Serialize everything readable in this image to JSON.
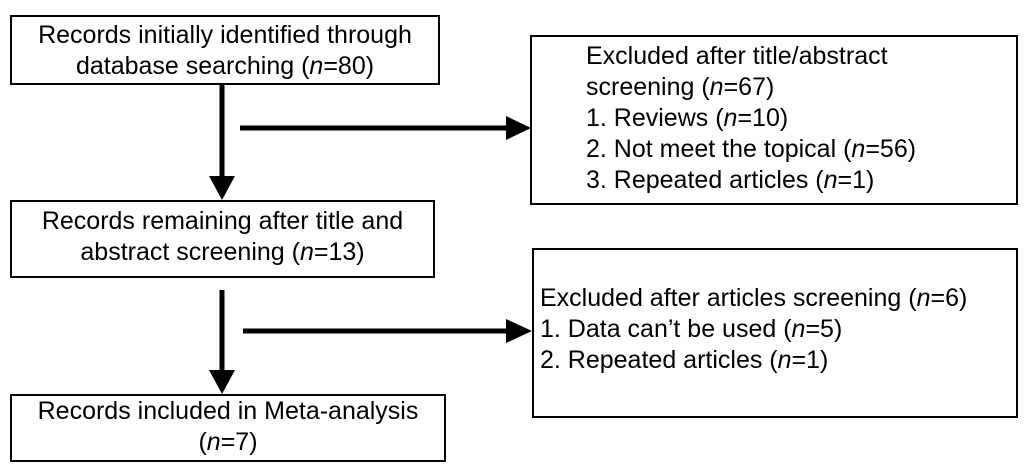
{
  "nodes": {
    "identified": {
      "line1": "Records initially identified through",
      "line2_pre": "database searching (",
      "line2_n": "n",
      "line2_post": "=80)"
    },
    "excluded_screening": {
      "line1": "Excluded after title/abstract",
      "line2_pre": "screening (",
      "line2_n": "n",
      "line2_post": "=67)",
      "items": [
        {
          "pre": "1. Reviews (",
          "n": "n",
          "post": "=10)"
        },
        {
          "pre": "2. Not meet the topical (",
          "n": "n",
          "post": "=56)"
        },
        {
          "pre": "3. Repeated articles (",
          "n": "n",
          "post": "=1)"
        }
      ]
    },
    "remaining": {
      "line1": "Records remaining after title and",
      "line2_pre": "abstract screening (",
      "line2_n": "n",
      "line2_post": "=13)"
    },
    "excluded_articles": {
      "line1_pre": "Excluded after articles screening (",
      "line1_n": "n",
      "line1_post": "=6)",
      "items": [
        {
          "pre": "1. Data can’t be used (",
          "n": "n",
          "post": "=5)"
        },
        {
          "pre": "2. Repeated articles (",
          "n": "n",
          "post": "=1)"
        }
      ]
    },
    "included": {
      "line1": "Records included in Meta-analysis",
      "line2_pre": "(",
      "line2_n": "n",
      "line2_post": "=7)"
    }
  },
  "colors": {
    "stroke": "#000000",
    "background": "#ffffff"
  }
}
